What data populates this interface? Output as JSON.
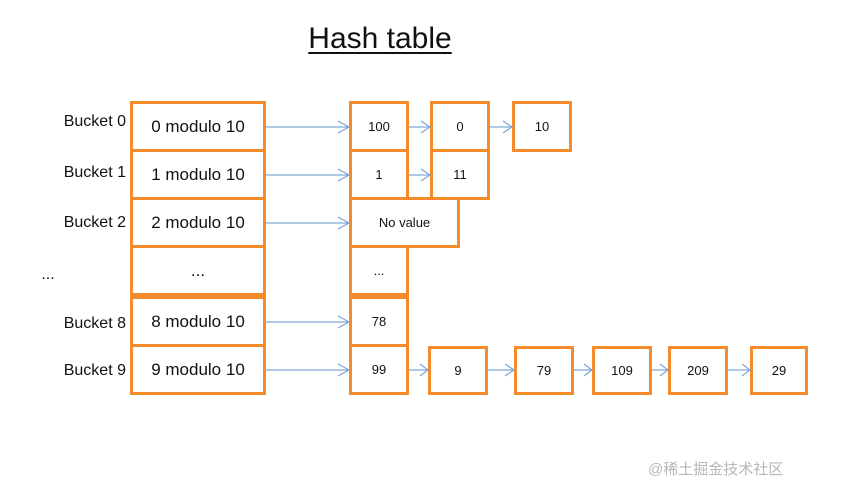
{
  "title": "Hash table",
  "buckets": [
    {
      "label": "Bucket 0",
      "hash": "0 modulo 10",
      "chain": [
        "100",
        "0",
        "10"
      ]
    },
    {
      "label": "Bucket 1",
      "hash": "1 modulo 10",
      "chain": [
        "1",
        "11"
      ]
    },
    {
      "label": "Bucket 2",
      "hash": "2 modulo 10",
      "chain": [
        "No value"
      ]
    },
    {
      "label": "...",
      "hash": "...",
      "chain": [
        "..."
      ]
    },
    {
      "label": "Bucket 8",
      "hash": "8 modulo 10",
      "chain": [
        "78"
      ]
    },
    {
      "label": "Bucket 9",
      "hash": "9 modulo 10",
      "chain": [
        "99",
        "9",
        "79",
        "109",
        "209",
        "29"
      ]
    }
  ],
  "watermark": "@稀土掘金技术社区",
  "colors": {
    "box_border": "#f58a2a",
    "arrow": "#7ea6d6"
  }
}
